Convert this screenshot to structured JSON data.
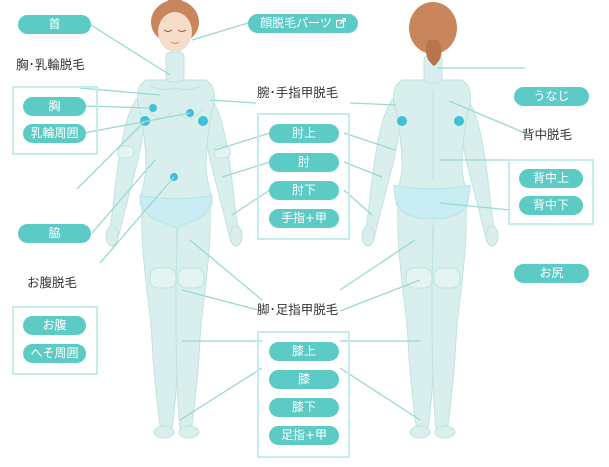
{
  "colors": {
    "accent": "#5ccbc6",
    "skin_body": "#d8efed",
    "skin_outline": "#c1e3e0",
    "underwear": "#c8eef3",
    "hair": "#c9865c",
    "face": "#f6ddc9",
    "point": "#3fc0d4",
    "leader_line": "#9ad8d4",
    "box_border": "#c4ecea",
    "text": "#333333"
  },
  "front": {
    "neck_button": "首",
    "chest_heading": "胸･乳輪脱毛",
    "chest_button": "胸",
    "areola_button": "乳輪周囲",
    "armpit_button": "脇",
    "belly_heading": "お腹脱毛",
    "belly_button": "お腹",
    "navel_button": "へそ周囲"
  },
  "face_parts_button": "顔脱毛パーツ",
  "face_parts_icon": "external-link-icon",
  "arm": {
    "heading": "腕･手指甲脱毛",
    "buttons": [
      "肘上",
      "肘",
      "肘下",
      "手指+甲"
    ]
  },
  "leg": {
    "heading": "脚･足指甲脱毛",
    "buttons": [
      "膝上",
      "膝",
      "膝下",
      "足指+甲"
    ]
  },
  "back": {
    "nape_button": "うなじ",
    "back_heading": "背中脱毛",
    "upper_back_button": "背中上",
    "lower_back_button": "背中下",
    "buttocks_button": "お尻"
  }
}
